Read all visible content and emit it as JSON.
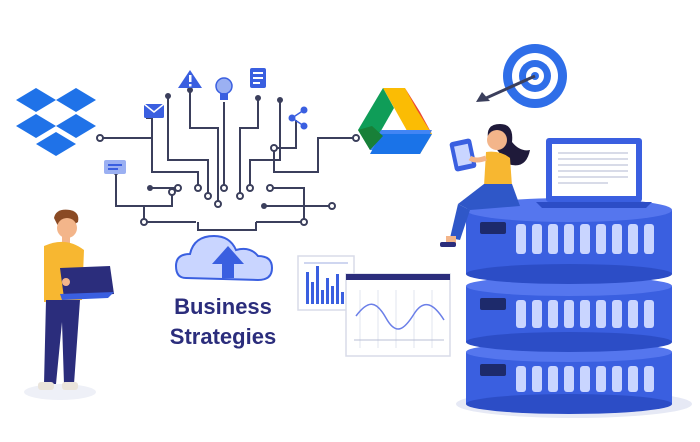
{
  "headline": {
    "line1": "Business",
    "line2": "Strategies"
  },
  "icons": [
    "dropbox-logo",
    "google-drive-logo",
    "target-icon",
    "warning-icon",
    "lightbulb-icon",
    "document-icon",
    "mail-icon",
    "share-icon",
    "chat-icon",
    "cloud-upload-icon"
  ],
  "colors": {
    "primary_blue": "#3a5fe0",
    "navy": "#2b2d7c",
    "circuit": "#3b3f5c",
    "dropbox": "#1f72e8",
    "shirt": "#f7b731"
  }
}
